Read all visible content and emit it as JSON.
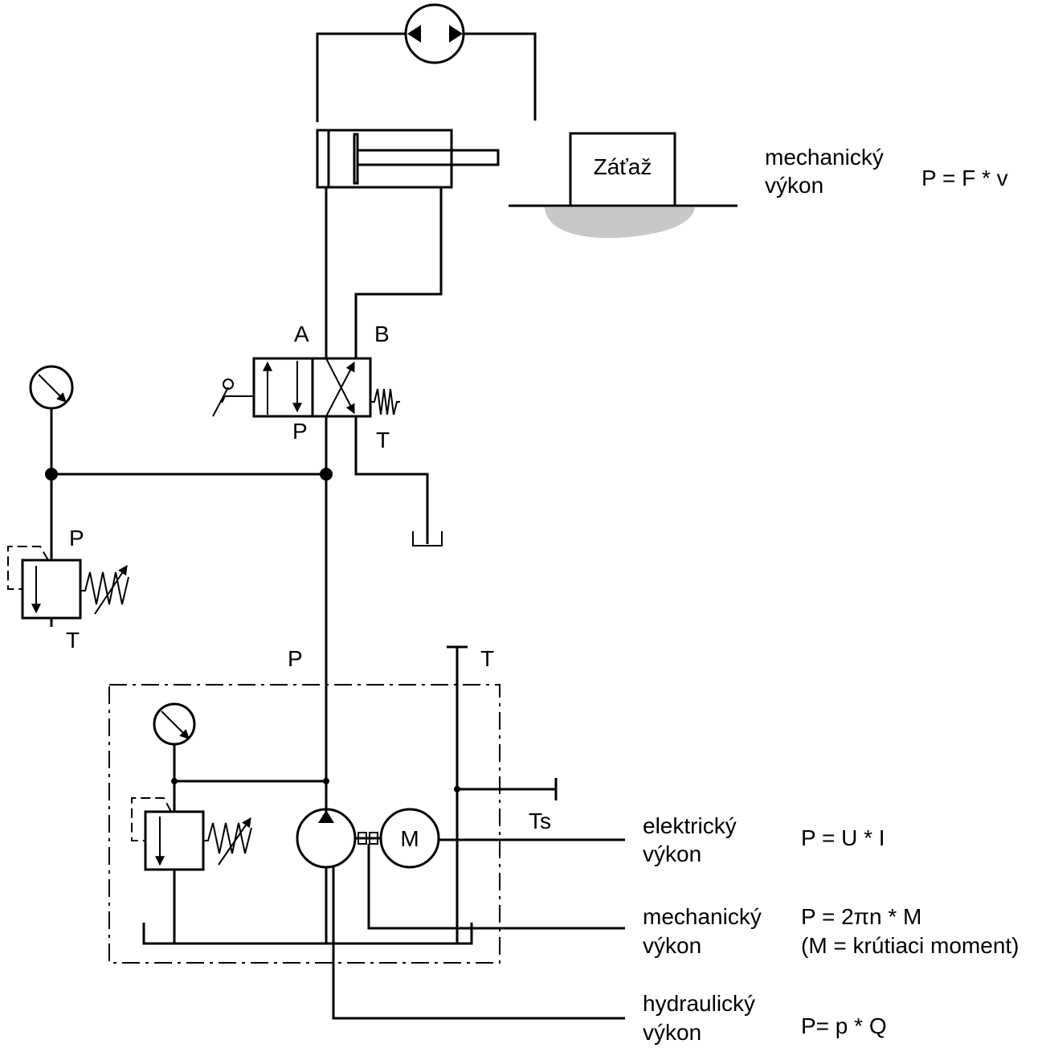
{
  "load": {
    "label": "Záťaž"
  },
  "valve_ports": {
    "a": "A",
    "b": "B",
    "p": "P",
    "t": "T"
  },
  "relief_ports": {
    "p": "P",
    "t": "T"
  },
  "unit_ports": {
    "p": "P",
    "t": "T",
    "ts": "Ts"
  },
  "motor": {
    "label": "M"
  },
  "powers": {
    "mechanical_top": {
      "line1": "mechanický",
      "line2": "výkon",
      "formula": "P = F * v"
    },
    "electrical": {
      "line1": "elektrický",
      "line2": "výkon",
      "formula": "P = U * I"
    },
    "mechanical_shaft": {
      "line1": "mechanický",
      "line2": "výkon",
      "formula": "P = 2πn * M",
      "formula_note": "(M = krútiaci moment)"
    },
    "hydraulic": {
      "line1": "hydraulický",
      "line2": "výkon",
      "formula": "P= p * Q"
    }
  },
  "colors": {
    "line": "#000000",
    "ground_fill": "#c8c8c8",
    "background": "#ffffff"
  }
}
